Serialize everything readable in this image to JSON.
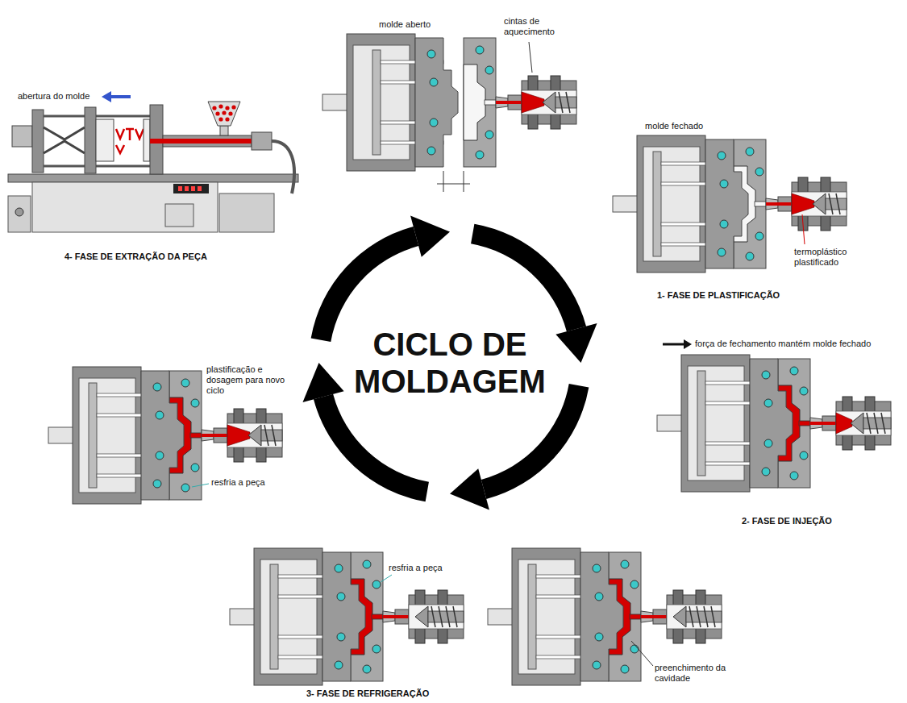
{
  "diagram": {
    "labels": [
      "abertura do molde",
      "4- FASE DE EXTRAÇÃO DA PEÇA",
      "molde aberto",
      "cintas de aquecimento",
      "molde fechado",
      "termoplástico plastificado",
      "1- FASE DE PLASTIFICAÇÃO",
      "CICLO DE MOLDAGEM",
      "força de fechamento mantém molde fechado",
      "2- FASE DE INJEÇÃO",
      "plastificação e dosagem para novo ciclo",
      "resfria a peça",
      "resfria a peça",
      "preenchimento da cavidade",
      "3- FASE DE REFRIGERAÇÃO"
    ]
  }
}
